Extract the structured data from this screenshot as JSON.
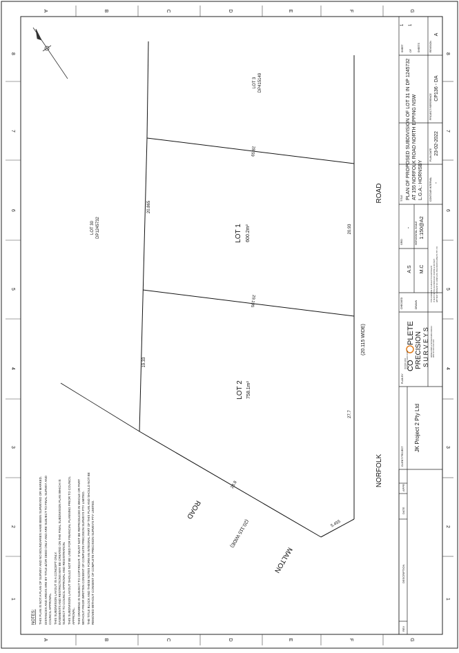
{
  "grid": {
    "top_letters": [
      "A",
      "B",
      "C",
      "D",
      "E",
      "F",
      "G"
    ],
    "side_numbers": [
      "8",
      "7",
      "6",
      "5",
      "4",
      "3",
      "2",
      "1"
    ]
  },
  "lots": {
    "lot1": {
      "name": "LOT 1",
      "area": "600.2m²"
    },
    "lot2": {
      "name": "LOT 2",
      "area": "758.1m²"
    },
    "lot3": {
      "name": "LOT 3",
      "dp": "DP415149"
    },
    "lot30": {
      "name": "LOT 30",
      "dp": "DP1245732"
    }
  },
  "dimensions": {
    "d1": "28.59",
    "d2": "20.865",
    "d3": "20.93",
    "d4": "29.195",
    "d5": "19.33",
    "d6": "27.7",
    "d7": "28.8",
    "d8": "5.455"
  },
  "roads": {
    "road_word": "ROAD",
    "road_word2": "ROAD",
    "norfolk": "NORFOLK",
    "norfolk_width": "(20.115 WIDE)",
    "malton": "MALTON",
    "malton_width": "(20.115 WIDE)"
  },
  "notes": {
    "heading": "NOTES:",
    "lines": [
      "THIS PLAN IS NOT A PLAN OF SURVEY AND NO BOUNDARIES HAVE BEEN SURVEYED OR MARKED.",
      "DISTANCES AND AREAS ARE BY TITLE &/OR DEED ONLY AND ARE SUBJECT TO FINAL SURVEY AND",
      "COUNCIL APPROVAL.",
      "THIS SUBDIVISION LAYOUT IS A CONCEPT ONLY.",
      "EASEMENTS AND RESTRICTIONS MAY BE CREATED ON THE FINAL SUBDIVISION PLAN WHICH IS",
      "SUBJECT TO COUNCIL APPROVAL AND REGISTRATION.",
      "THIS SUBDIVISION LAYOUT SHOULD NOT BE USED FOR FINANCIAL PLANNING PRIOR TO COUNCIL",
      "APPROVAL.",
      "THIS DRAWING IS SUBJECT TO COPYRIGHT. IT MUST NOT BE REPRODUCED IN WHOLE OR PART",
      "WITHOUT PRIOR WRITTEN CONSENT OF COMPLETE PRECISION SURVEYS PTY LIMITED.",
      "THE TITLE BLOCK AND THESE NOTES FORM AN INTEGRAL PART OF THIS PLAN AND SHOULD NOT BE",
      "REMOVED WITHOUT CONSENT OF COMPLETE PRECISION SURVEYS PTY LIMITED."
    ]
  },
  "revision_table": {
    "rev": "REV",
    "description": "DESCRIPTION",
    "date": "DATE",
    "appr": "APPR"
  },
  "title_block": {
    "client_label": "CLIENT PROJECT",
    "client": "JK Project 2 Pty Ltd",
    "plan_by": "PLAN BY",
    "company": [
      "CO",
      "PLETE",
      "PRECISION",
      "S U R V E Y S"
    ],
    "company_small": [
      "PO BOX 1234",
      "PHONE 02 XXXX XXXX",
      "WWW.COMPLETEPRECISION.COM.AU",
      "ABN XX XXX XXX XXX"
    ],
    "checked_label": "CHECKED",
    "checked": "A.S",
    "drawn_label": "DRAWN",
    "drawn": "M.C",
    "copyright": [
      "THIS DRAWING IS SUBJECT TO COPYRIGHT",
      "IT MUST NOT BE REPRODUCED IN WHOLE OR PART",
      "WITHOUT CONSENT OF COMPLETE PRECISION SURVEYS PTY LTD"
    ],
    "grid_label": "GRID",
    "grid": "-",
    "scale_label": "HORIZONTAL SCALE",
    "scale": "1:150@A2",
    "title_label": "TITLE",
    "title_lines": [
      "PLAN OF PROPOSED SUBDIVISION OF LOT 31 IN DP 1245732",
      "AT 155 NORFOLK ROAD NORTH EPPING NSW",
      "L.G.A.: HORNSBY"
    ],
    "contour_label": "CONTOUR INTERVAL",
    "contour": "-",
    "plan_date_label": "PLAN DATE",
    "plan_date": "23-02-2022",
    "project_label": "PROJECT REFERENCE",
    "project": "CP136 - DA",
    "sheet_label": "SHEET",
    "sheet": "1",
    "of_label": "OF",
    "sheets": "1",
    "sheets_label": "SHEETS",
    "revision_label": "REVISION",
    "revision": "A"
  }
}
